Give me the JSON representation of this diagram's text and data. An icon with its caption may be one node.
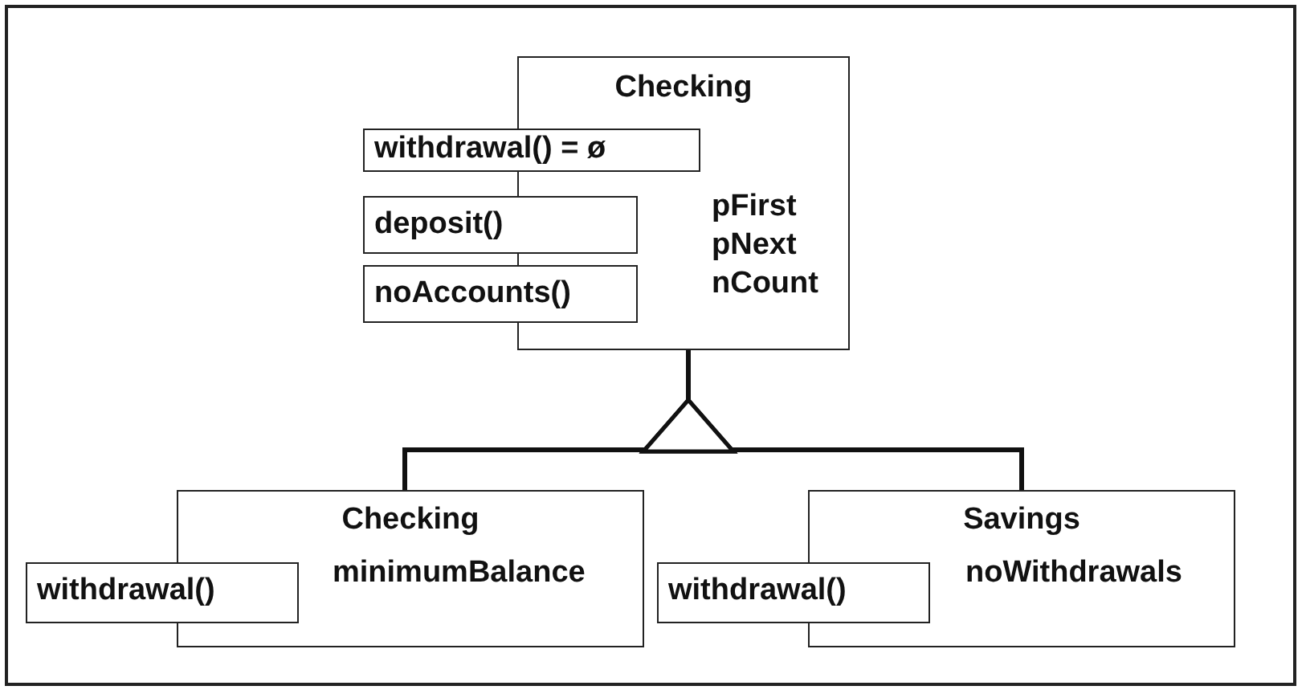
{
  "diagram": {
    "nodes": [
      {
        "text": [
          "Checking",
          "pFirst",
          "pNext",
          "nCount"
        ]
      },
      {
        "text": [
          "withdrawal() = ø"
        ]
      },
      {
        "text": [
          "deposit()"
        ]
      },
      {
        "text": [
          "noAccounts()"
        ]
      },
      {
        "text": [
          "Checking",
          "minimumBalance"
        ]
      },
      {
        "text": [
          "withdrawal()"
        ]
      },
      {
        "text": [
          "Savings",
          "noWithdrawals"
        ]
      },
      {
        "text": [
          "withdrawal()"
        ]
      }
    ],
    "edges": [
      {
        "from": 4,
        "to": 0,
        "arrow": "to"
      },
      {
        "from": 6,
        "to": 0,
        "arrow": "to"
      }
    ]
  }
}
